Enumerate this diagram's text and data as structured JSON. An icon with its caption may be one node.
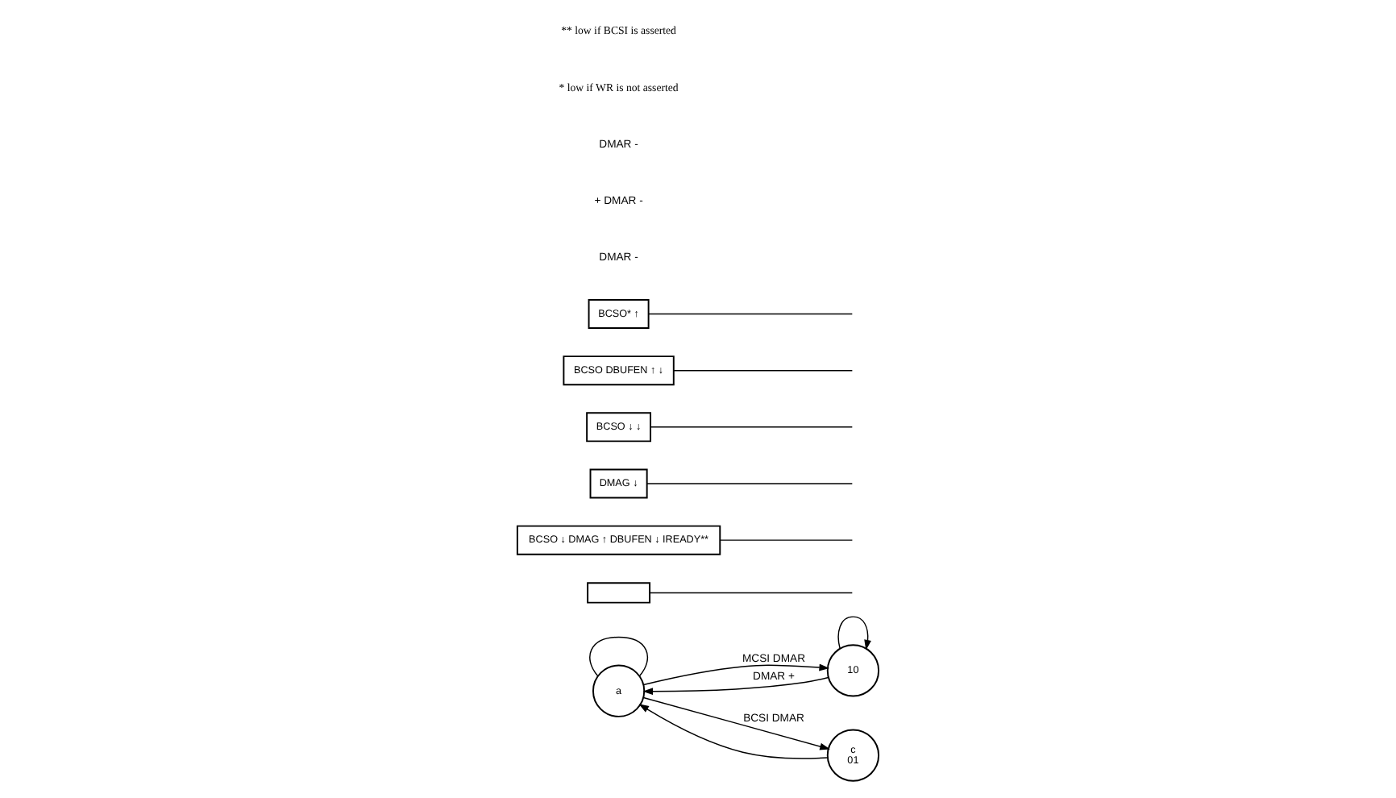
{
  "diagram": {
    "nodes": [
      {
        "text": [
          "a"
        ]
      },
      {
        "text": [
          "10"
        ]
      },
      {
        "text": [
          "c",
          "01"
        ]
      },
      {
        "text": [],
        "shape": "box"
      },
      {
        "text": [
          "BCSO ↓ DMAG ↑ DBUFEN ↓ IREADY**"
        ]
      },
      {
        "text": [
          "DMAG ↓"
        ]
      },
      {
        "text": [
          "BCSO ↓ ↓"
        ]
      },
      {
        "text": [
          "BCSO DBUFEN ↑ ↓"
        ]
      },
      {
        "text": [
          "BCSO* ↑"
        ]
      }
    ],
    "edges": [
      {
        "from": 1,
        "to": 0,
        "arrow": "to",
        "label": "DMAR +"
      },
      {
        "from": 2,
        "to": 0,
        "arrow": "to"
      },
      {
        "from": 0,
        "to": 1,
        "arrow": "to",
        "label": "MCSI DMAR"
      },
      {
        "from": 0,
        "to": 2,
        "arrow": "to",
        "label": "BCSI DMAR"
      },
      {
        "from": 0,
        "to": 0,
        "arrow": "none"
      },
      {
        "from": 1,
        "to": 1,
        "arrow": "to"
      },
      {
        "from": 3,
        "to": null,
        "arrow": "none"
      },
      {
        "from": 4,
        "to": null,
        "arrow": "none"
      },
      {
        "from": 5,
        "to": null,
        "arrow": "none"
      },
      {
        "from": 6,
        "to": null,
        "arrow": "none"
      },
      {
        "from": 7,
        "to": null,
        "arrow": "none"
      },
      {
        "from": 8,
        "to": null,
        "arrow": "none"
      }
    ],
    "labels": [
      "DMAR -",
      "+ DMAR -",
      "DMAR -",
      "* low if WR is not asserted",
      "** low if BCSI is asserted"
    ]
  }
}
